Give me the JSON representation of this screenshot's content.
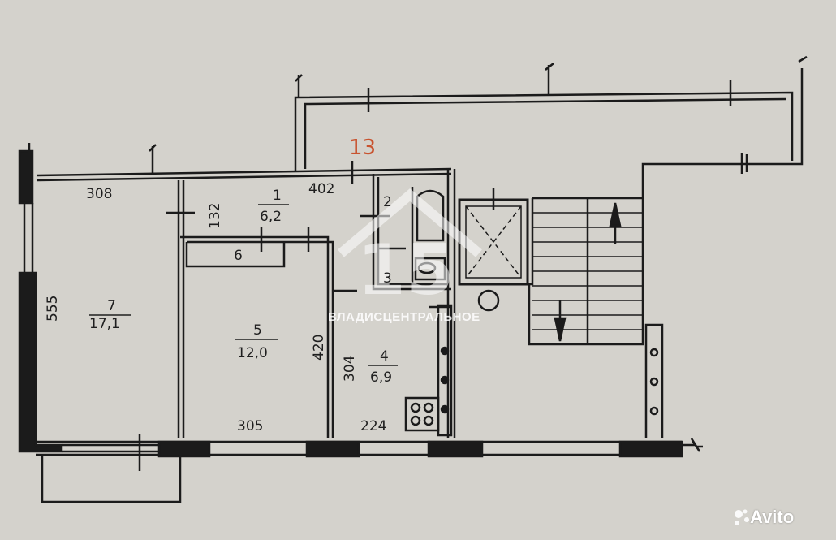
{
  "plan_number": "13",
  "plan_number_color": "#c8532f",
  "rooms": [
    {
      "id": "1",
      "area": "6,2"
    },
    {
      "id": "2",
      "area": ""
    },
    {
      "id": "3",
      "area": ""
    },
    {
      "id": "4",
      "area": "6,9"
    },
    {
      "id": "5",
      "area": "12,0"
    },
    {
      "id": "6",
      "area": ""
    },
    {
      "id": "7",
      "area": "17,1"
    }
  ],
  "dimensions": [
    "308",
    "402",
    "132",
    "555",
    "420",
    "304",
    "305",
    "224"
  ],
  "watermark": {
    "logo_text": "15",
    "company": "ВЛАДИСЦЕНТРАЛЬНОЕ"
  },
  "platform_logo": "Avito"
}
